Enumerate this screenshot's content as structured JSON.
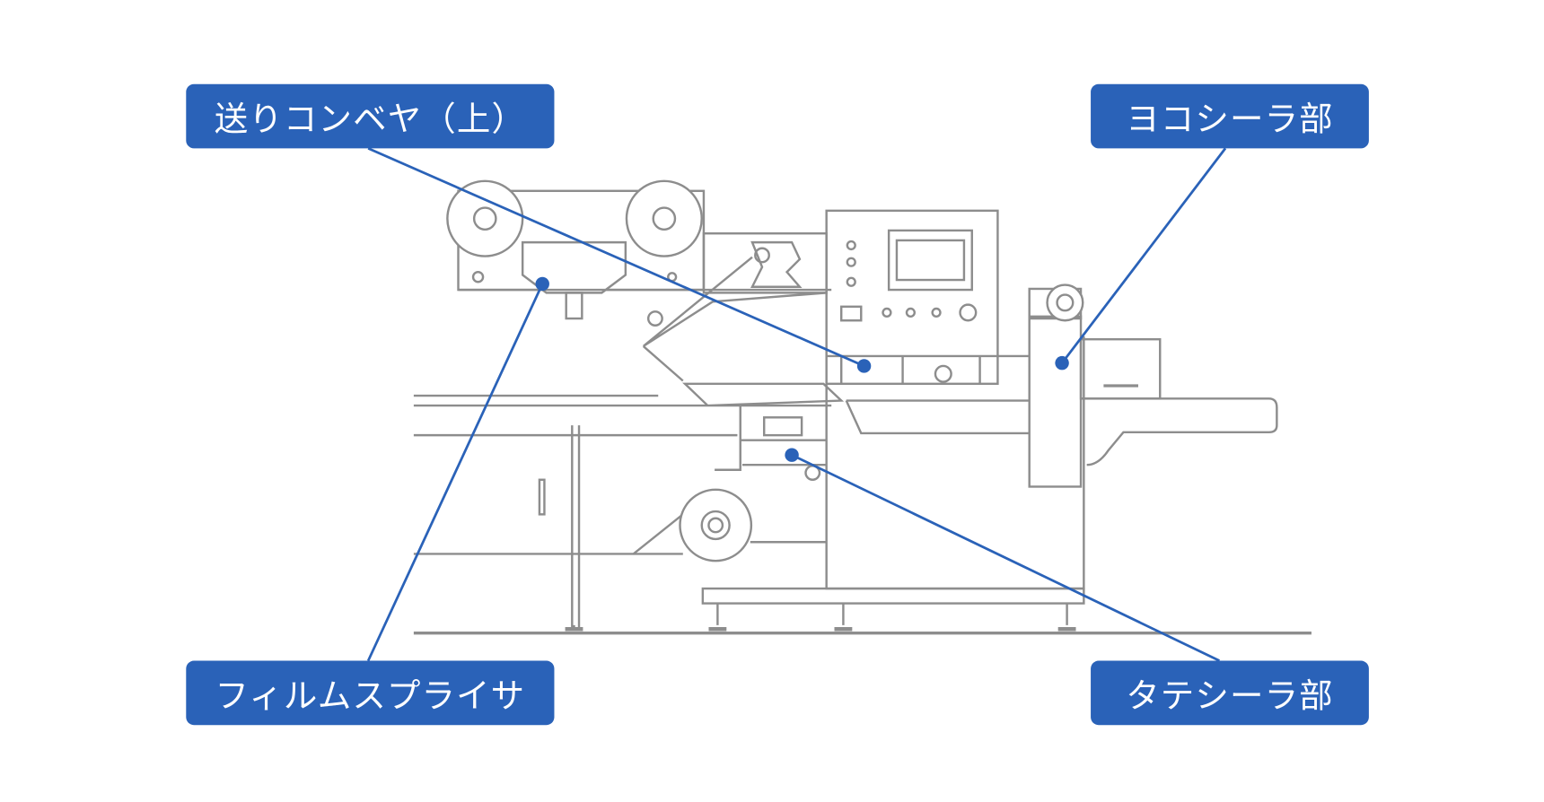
{
  "labels": {
    "top_left": "送りコンベヤ（上）",
    "top_right": "ヨコシーラ部",
    "bottom_left": "フィルムスプライサ",
    "bottom_right": "タテシーラ部"
  },
  "colors": {
    "accent": "#2a62b8",
    "drawing": "#8a8a8a"
  }
}
